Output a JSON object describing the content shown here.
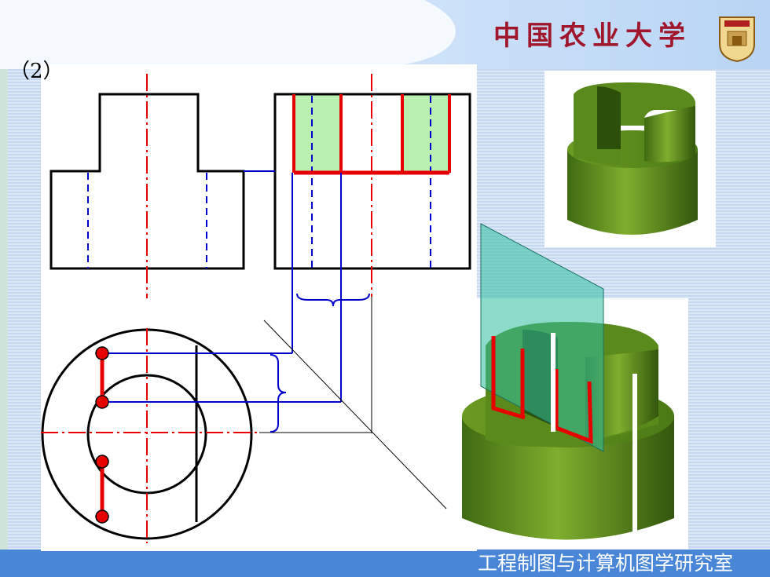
{
  "slide": {
    "label": "（2）",
    "university": "中国农业大学",
    "footer": "工程制图与计算机图学研究室"
  },
  "icons": {
    "seal": "university-seal-icon",
    "points": "intersection-point-icon"
  },
  "colors": {
    "outline": "#000000",
    "centerline": "#e60000",
    "projection": "#0000cc",
    "highlight": "#b8f0b0",
    "model_green": "#5b8a1e",
    "cut_plane": "#30c0a0",
    "banner_blue": "#4a86d8",
    "university_red": "#a0162a"
  }
}
